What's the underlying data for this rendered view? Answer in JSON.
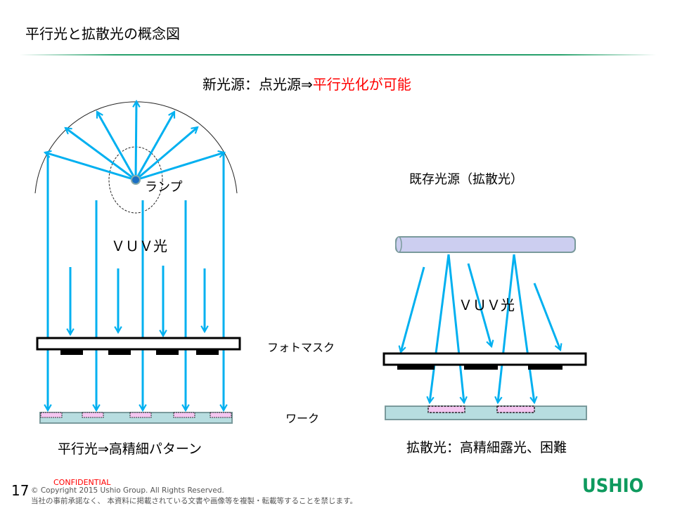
{
  "title": "平行光と拡散光の概念図",
  "headline": {
    "prefix": "新光源：点光源⇒",
    "highlight": "平行光化が可能"
  },
  "left": {
    "lamp_label": "ランプ",
    "vuv_label": "ＶＵＶ光",
    "caption": "平行光⇒高精細パターン"
  },
  "right": {
    "source_label": "既存光源（拡散光）",
    "vuv_label": "ＶＵＶ光",
    "caption": "拡散光：高精細露光、困難"
  },
  "photomask_label": "フォトマスク",
  "work_label": "ワーク",
  "colors": {
    "arrow": "#00b0f0",
    "accent_red": "#ff0000",
    "brand_green": "#0e9a5e",
    "work": "#b7dde0",
    "pattern": "#f4c6f0",
    "tube": "#cccef0"
  },
  "footer": {
    "page": "17",
    "confidential": "CONFIDENTIAL",
    "copyright": "© Copyright 2015 Ushio Group.  All Rights Reserved.",
    "notice": "当社の事前承諾なく、 本資料に掲載されている文書や画像等を複製・転載等することを禁じます。",
    "logo": "USHIO"
  }
}
